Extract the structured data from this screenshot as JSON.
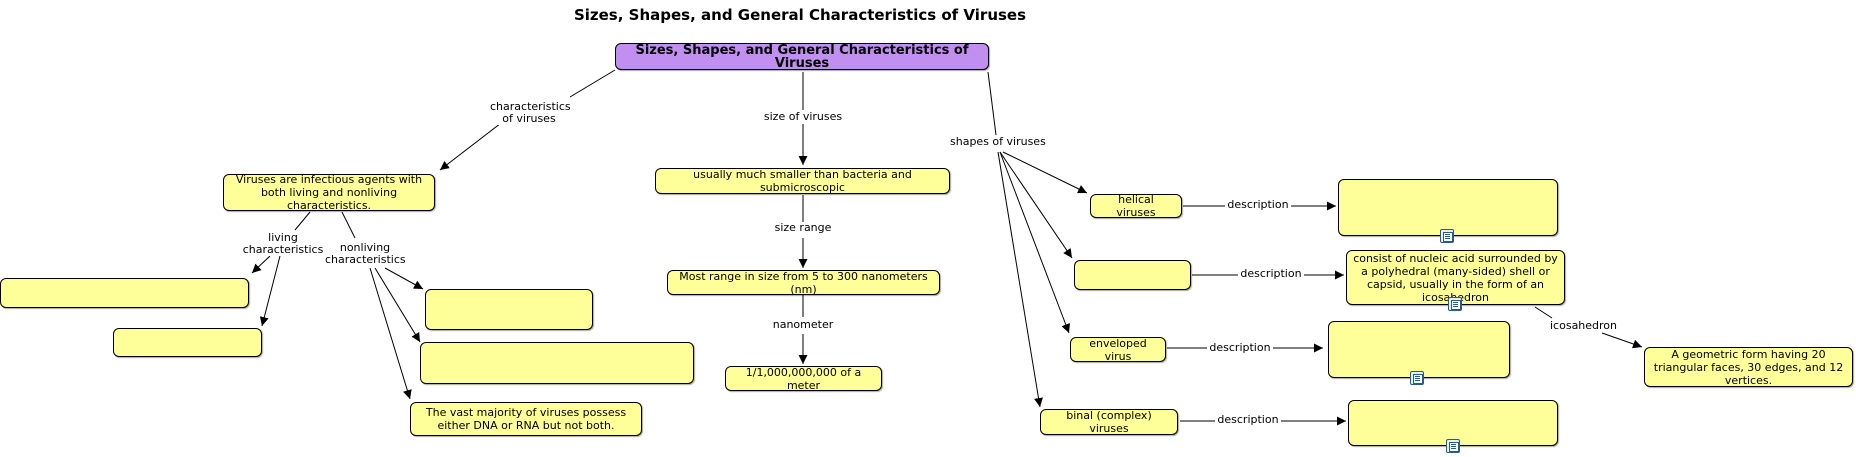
{
  "title": "Sizes, Shapes, and General Characteristics of Viruses",
  "nodes": {
    "root": "Sizes, Shapes, and General Characteristics of Viruses",
    "infectious": "Viruses are infectious agents with both living and nonliving characteristics.",
    "living1": "",
    "living2": "",
    "nonliving1": "",
    "nonliving2": "",
    "dna_rna": "The vast majority of viruses possess either DNA or RNA but not both.",
    "smaller": "usually much smaller than bacteria and submicroscopic",
    "range": "Most range in size from 5 to 300 nanometers (nm)",
    "meter": "1/1,000,000,000 of a meter",
    "helical": "helical viruses",
    "polyhedral_name": "",
    "enveloped": "enveloped virus",
    "binal": "binal (complex) viruses",
    "helical_desc": "",
    "polyhedral_desc": "consist of nucleic acid surrounded by a polyhedral (many-sided) shell or capsid, usually in the form of an icosahedron",
    "enveloped_desc": "",
    "binal_desc": "",
    "icosahedron_def": "A geometric form having 20 triangular faces, 30 edges, and 12 vertices."
  },
  "link_labels": {
    "characteristics": "characteristics of viruses",
    "size": "size of viruses",
    "shapes": "shapes of viruses",
    "living": "living characteristics",
    "nonliving": "nonliving characteristics",
    "size_range": "size range",
    "nanometer": "nanometer",
    "desc1": "description",
    "desc2": "description",
    "desc3": "description",
    "desc4": "description",
    "icosahedron": "icosahedron"
  },
  "resource_icon": "document-icon"
}
